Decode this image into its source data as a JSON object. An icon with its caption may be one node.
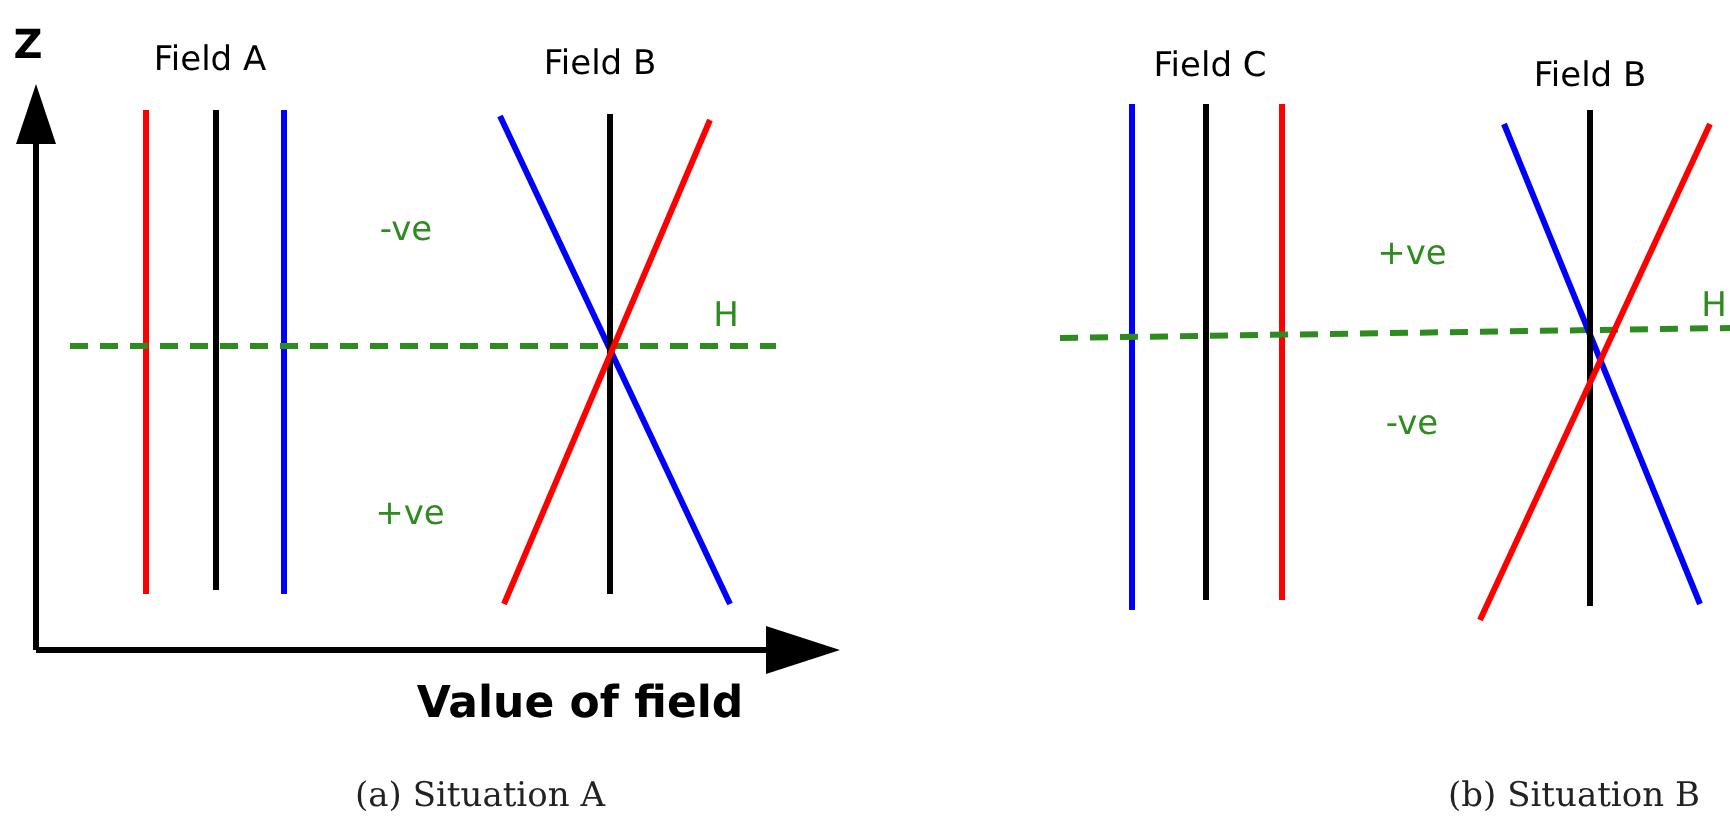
{
  "diagram": {
    "labels": [
      "Z",
      "Field A",
      "Field B",
      "-ve",
      "H",
      "+ve",
      "Value of field",
      "Field C",
      "Field B",
      "+ve",
      "-ve",
      "H",
      "(a) Situation A",
      "(b) Situation B"
    ]
  }
}
